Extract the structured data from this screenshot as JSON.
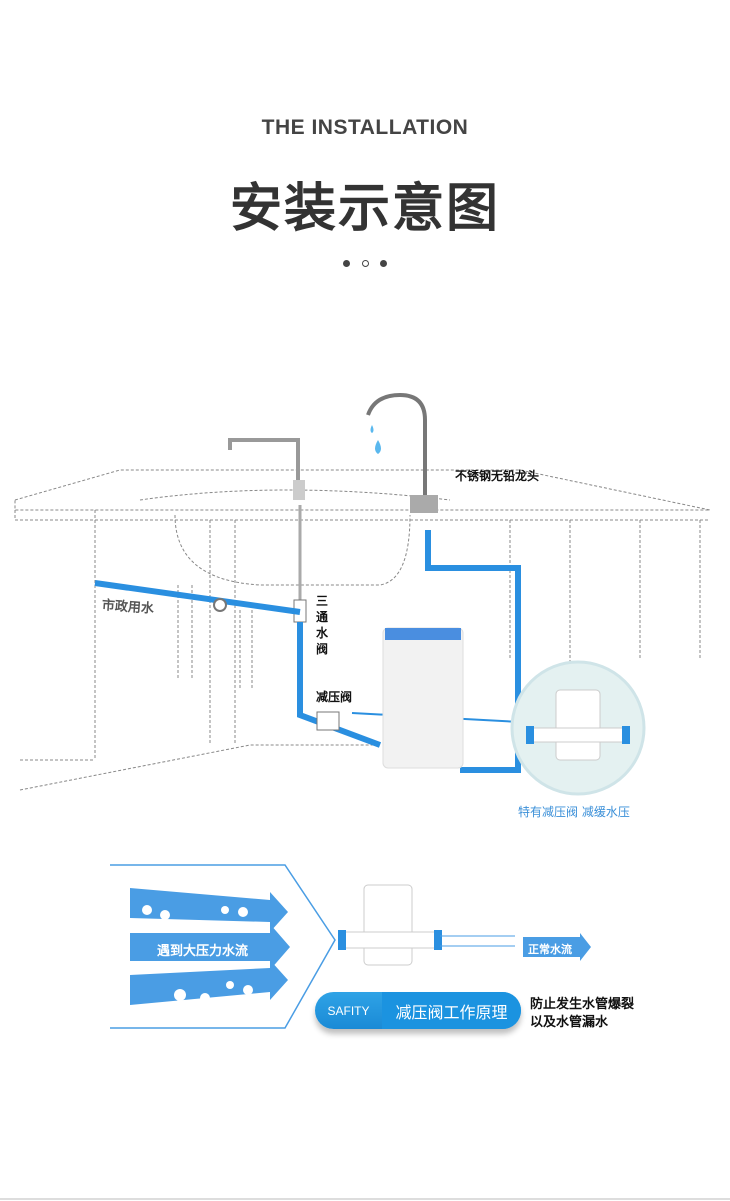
{
  "header": {
    "en_title": "THE INSTALLATION",
    "cn_title": "安装示意图"
  },
  "colors": {
    "pipe": "#2a8fe0",
    "accent": "#3a8fd8",
    "arrow": "#4a9de4"
  },
  "diagram": {
    "faucet_label": "不锈钢无铅龙头",
    "city_water_label": "市政用水",
    "tee_valve_label": "三通水阀",
    "pressure_valve_label": "减压阀",
    "feature_caption": "特有减压阀 减缓水压"
  },
  "principle": {
    "high_pressure_label": "遇到大压力水流",
    "normal_flow_label": "正常水流",
    "badge_left": "SAFITY",
    "badge_right": "减压阀工作原理",
    "desc_line1": "防止发生水管爆裂",
    "desc_line2": "以及水管漏水"
  }
}
